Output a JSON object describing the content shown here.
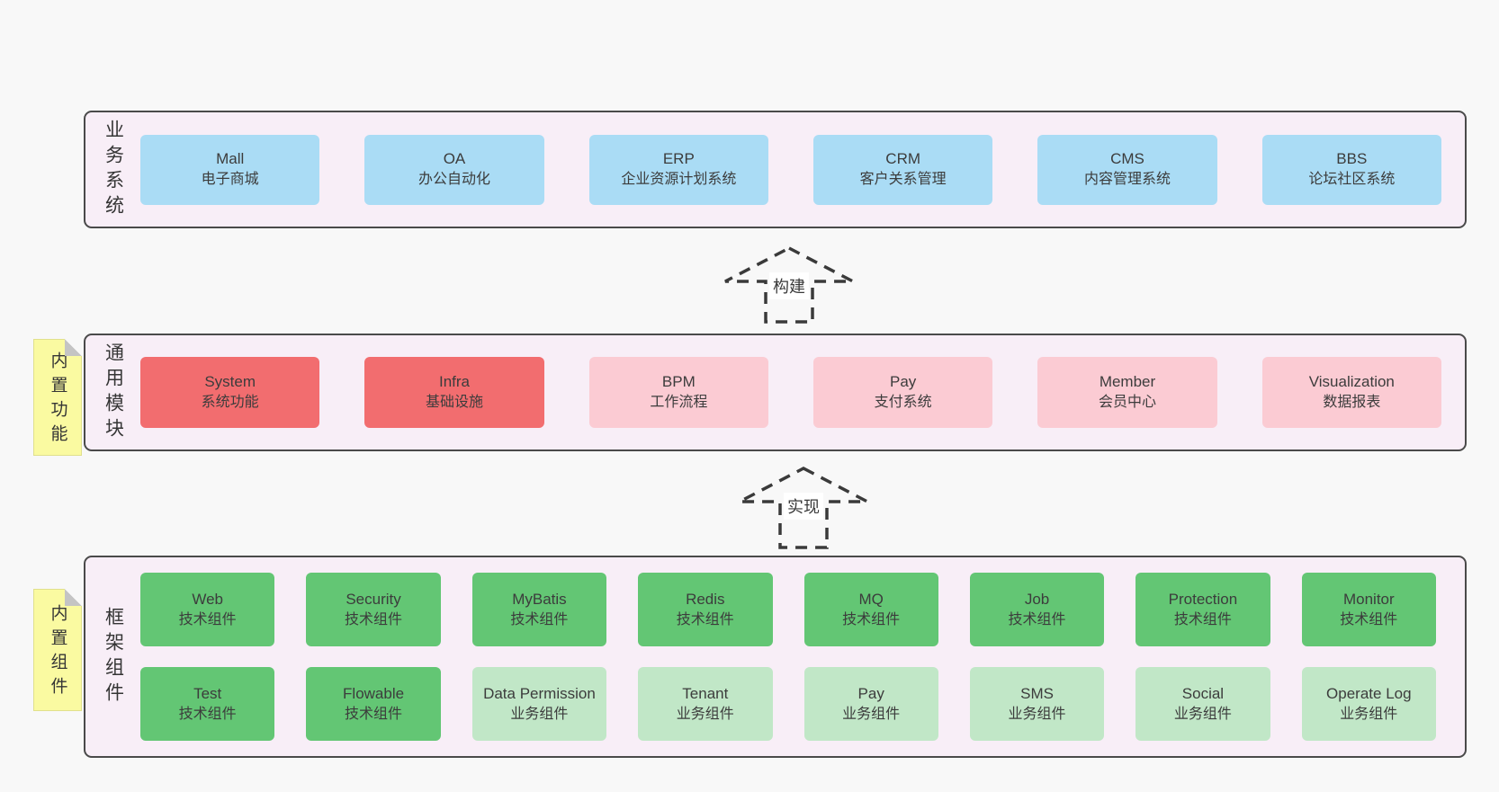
{
  "colors": {
    "page_background": "#f8f8f8",
    "layer_background": "#f8eef7",
    "layer_border": "#4a4a4a",
    "business_box": "#aadcf5",
    "core_module_box": "#f26d6f",
    "optional_module_box": "#fbcbd3",
    "tech_component_box": "#63c674",
    "biz_component_box": "#c1e7c7",
    "sticky_note": "#fafaa1",
    "arrow_stroke": "#3a3a3a"
  },
  "arrows": [
    {
      "label": "构建"
    },
    {
      "label": "实现"
    }
  ],
  "notes": [
    {
      "label": "内置功能"
    },
    {
      "label": "内置组件"
    }
  ],
  "layers": [
    {
      "label": "业务系统",
      "boxes": [
        {
          "name": "Mall",
          "desc": "电子商城"
        },
        {
          "name": "OA",
          "desc": "办公自动化"
        },
        {
          "name": "ERP",
          "desc": "企业资源计划系统"
        },
        {
          "name": "CRM",
          "desc": "客户关系管理"
        },
        {
          "name": "CMS",
          "desc": "内容管理系统"
        },
        {
          "name": "BBS",
          "desc": "论坛社区系统"
        }
      ]
    },
    {
      "label": "通用模块",
      "boxes": [
        {
          "name": "System",
          "desc": "系统功能"
        },
        {
          "name": "Infra",
          "desc": "基础设施"
        },
        {
          "name": "BPM",
          "desc": "工作流程"
        },
        {
          "name": "Pay",
          "desc": "支付系统"
        },
        {
          "name": "Member",
          "desc": "会员中心"
        },
        {
          "name": "Visualization",
          "desc": "数据报表"
        }
      ]
    },
    {
      "label": "框架组件",
      "row1": [
        {
          "name": "Web",
          "desc": "技术组件"
        },
        {
          "name": "Security",
          "desc": "技术组件"
        },
        {
          "name": "MyBatis",
          "desc": "技术组件"
        },
        {
          "name": "Redis",
          "desc": "技术组件"
        },
        {
          "name": "MQ",
          "desc": "技术组件"
        },
        {
          "name": "Job",
          "desc": "技术组件"
        },
        {
          "name": "Protection",
          "desc": "技术组件"
        },
        {
          "name": "Monitor",
          "desc": "技术组件"
        }
      ],
      "row2": [
        {
          "name": "Test",
          "desc": "技术组件"
        },
        {
          "name": "Flowable",
          "desc": "技术组件"
        },
        {
          "name": "Data Permission",
          "desc": "业务组件"
        },
        {
          "name": "Tenant",
          "desc": "业务组件"
        },
        {
          "name": "Pay",
          "desc": "业务组件"
        },
        {
          "name": "SMS",
          "desc": "业务组件"
        },
        {
          "name": "Social",
          "desc": "业务组件"
        },
        {
          "name": "Operate Log",
          "desc": "业务组件"
        }
      ]
    }
  ]
}
